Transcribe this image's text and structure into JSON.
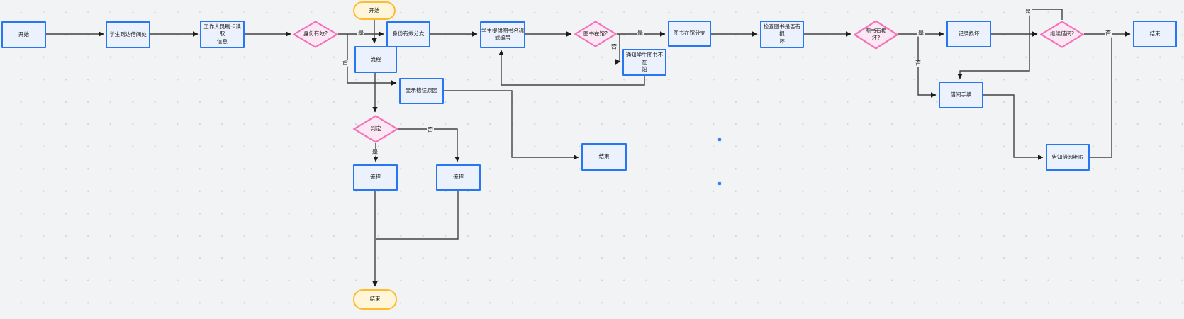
{
  "labels": {
    "yes": "是",
    "no": "否"
  },
  "colors": {
    "canvas_bg": "#f2f3f5",
    "grid_dot": "#d5d6d8",
    "process_fill": "#ecf2fd",
    "process_stroke": "#2777f4",
    "decision_fill": "#fce7f5",
    "decision_stroke": "#f473b8",
    "terminal_fill": "#fff6da",
    "terminal_stroke": "#ffbb2e",
    "edge_line": "#424242",
    "connection_dot": "#2e7cf5"
  },
  "nodes": {
    "start_rect": {
      "label": "开始",
      "type": "process"
    },
    "arrive": {
      "label": "学生到达借阅处",
      "type": "process"
    },
    "swipe": {
      "label": "工作人员刷卡读取\n信息",
      "type": "process"
    },
    "d_identity": {
      "label": "身份有效?",
      "type": "decision"
    },
    "start_terminal": {
      "label": "开始",
      "type": "terminal"
    },
    "branch_identity": {
      "label": "身份有效分支",
      "type": "process"
    },
    "proc_top": {
      "label": "流程",
      "type": "process"
    },
    "show_error": {
      "label": "显示错误原因",
      "type": "process"
    },
    "provide_book": {
      "label": "学生提供图书名称\n或编号",
      "type": "process"
    },
    "d_in_library": {
      "label": "图书在馆?",
      "type": "decision"
    },
    "notify_absent": {
      "label": "通知学生图书不在\n馆",
      "type": "process"
    },
    "branch_in_library": {
      "label": "图书在馆分支",
      "type": "process"
    },
    "check_damage": {
      "label": "检查图书是否有损\n坏",
      "type": "process"
    },
    "d_damaged": {
      "label": "图书有损\n坏?",
      "type": "decision"
    },
    "record_damage": {
      "label": "记录损坏",
      "type": "process"
    },
    "d_continue": {
      "label": "继续借阅?",
      "type": "decision"
    },
    "end_right": {
      "label": "结束",
      "type": "process"
    },
    "borrow_procedure": {
      "label": "借阅手续",
      "type": "process"
    },
    "inform_deadline": {
      "label": "告知借阅期限",
      "type": "process"
    },
    "d_judge": {
      "label": "判定",
      "type": "decision"
    },
    "proc_left": {
      "label": "流程",
      "type": "process"
    },
    "proc_right": {
      "label": "流程",
      "type": "process"
    },
    "end_mid": {
      "label": "结束",
      "type": "process"
    },
    "end_terminal": {
      "label": "结束",
      "type": "terminal"
    }
  }
}
